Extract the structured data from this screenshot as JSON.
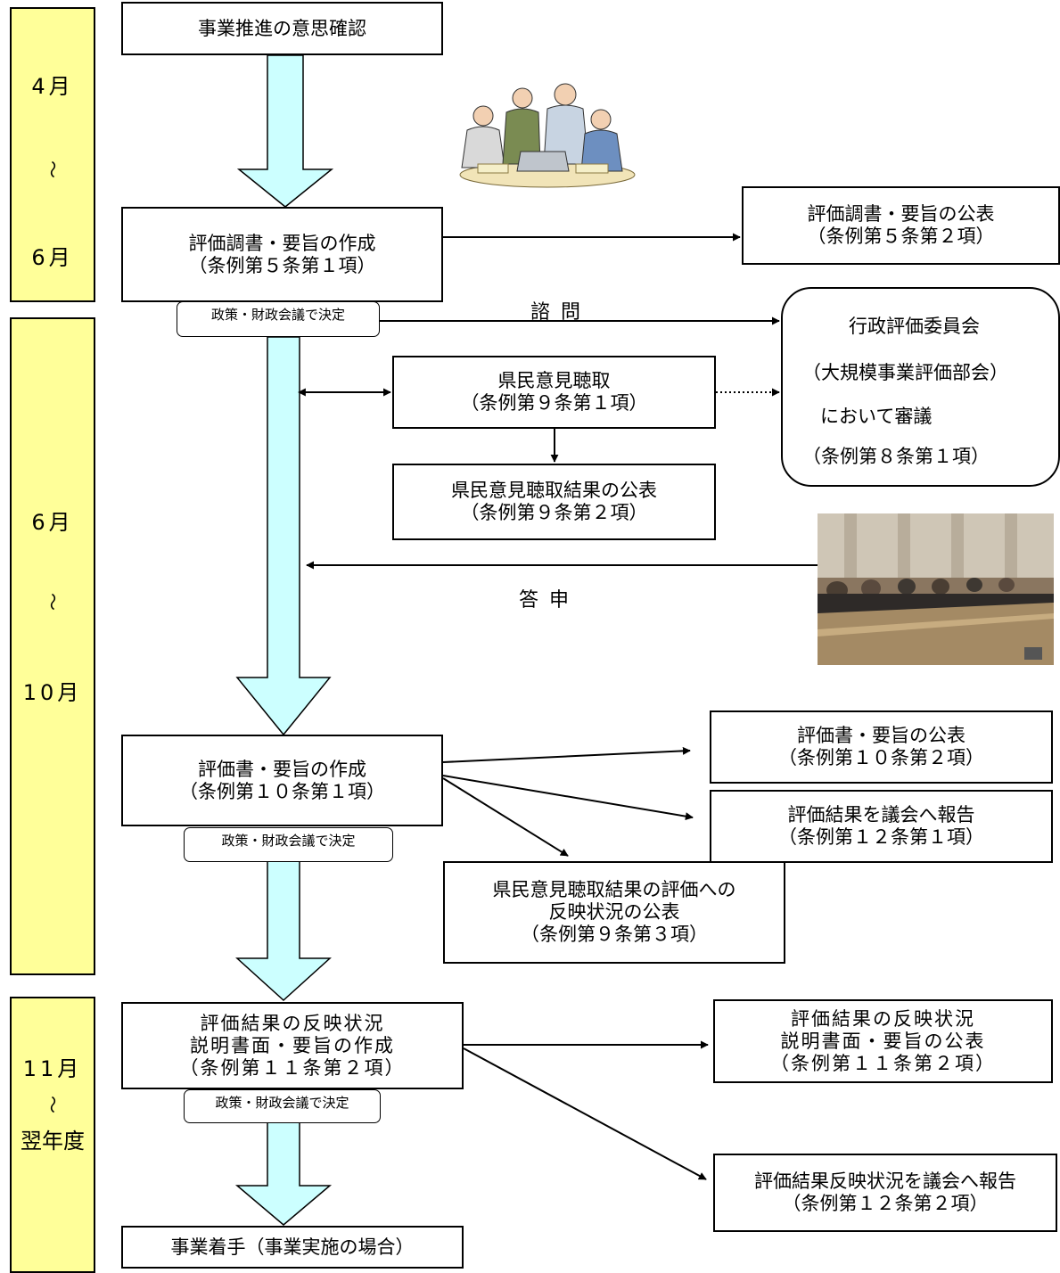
{
  "periods": {
    "p1": {
      "start": "4月",
      "tilde": "～",
      "end": "6月"
    },
    "p2": {
      "start": "6月",
      "tilde": "～",
      "end": "10月"
    },
    "p3": {
      "start": "11月",
      "tilde": "～",
      "end": "翌年度"
    }
  },
  "boxes": {
    "intent": {
      "line1": "事業推進の意思確認"
    },
    "survey_create": {
      "line1": "評価調書・要旨の作成",
      "line2": "（条例第５条第１項）"
    },
    "survey_publish": {
      "line1": "評価調書・要旨の公表",
      "line2": "（条例第５条第２項）"
    },
    "citizen_hearing": {
      "line1": "県民意見聴取",
      "line2": "（条例第９条第１項）"
    },
    "citizen_result": {
      "line1": "県民意見聴取結果の公表",
      "line2": "（条例第９条第２項）"
    },
    "eval_create": {
      "line1": "評価書・要旨の作成",
      "line2": "（条例第１０条第１項）"
    },
    "eval_publish": {
      "line1": "評価書・要旨の公表",
      "line2": "（条例第１０条第２項）"
    },
    "eval_report": {
      "line1": "評価結果を議会へ報告",
      "line2": "（条例第１２条第１項）"
    },
    "reflection_publish": {
      "line1": "県民意見聴取結果の評価への",
      "line2": "反映状況の公表",
      "line3": "（条例第９条第３項）"
    },
    "status_create": {
      "line1": "評価結果の反映状況",
      "line2": "説明書面・要旨の作成",
      "line3": "（条例第１１条第２項）"
    },
    "status_publish": {
      "line1": "評価結果の反映状況",
      "line2": "説明書面・要旨の公表",
      "line3": "（条例第１１条第２項）"
    },
    "status_report": {
      "line1": "評価結果反映状況を議会へ報告",
      "line2": "（条例第１２条第２項）"
    },
    "start": {
      "line1": "事業着手（事業実施の場合）"
    }
  },
  "decisions": {
    "d1": "政策・財政会議で決定",
    "d2": "政策・財政会議で決定",
    "d3": "政策・財政会議で決定"
  },
  "committee": {
    "line1": "行政評価委員会",
    "line2": "（大規模事業評価部会）",
    "line3": "において審議",
    "line4": "（条例第８条第１項）"
  },
  "labels": {
    "consult": "諮問",
    "reply": "答申"
  },
  "colors": {
    "period_fill": "#ffff99",
    "flow_arrow_fill": "#ccffff"
  }
}
